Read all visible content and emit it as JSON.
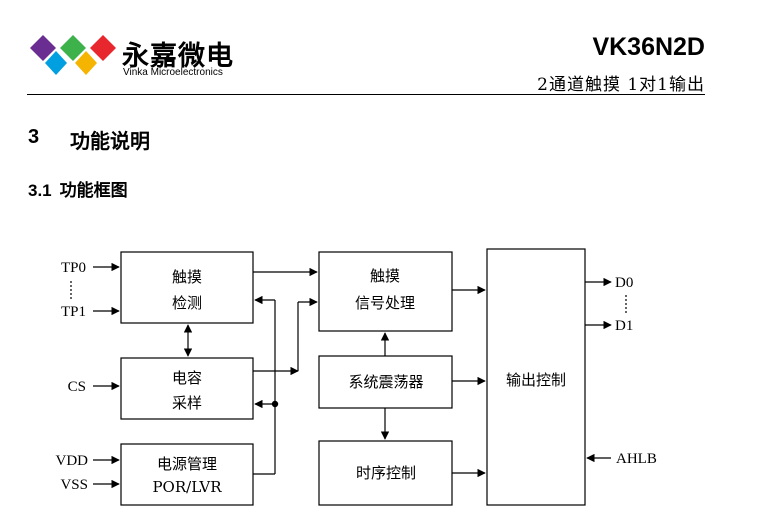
{
  "header": {
    "company_cn": "永嘉微电",
    "company_en": "Vinka Microelectronics",
    "model": "VK36N2D",
    "subtitle": "2通道触摸 1对1输出",
    "logo_colors": [
      "#6a2d91",
      "#00a0e0",
      "#3db14a",
      "#f5b400",
      "#e8262d"
    ]
  },
  "section": {
    "number": "3",
    "title": "功能说明",
    "sub_number": "3.1",
    "sub_title": "功能框图"
  },
  "diagram": {
    "blocks": {
      "touch_detect": [
        "触摸",
        "检测"
      ],
      "cap_sample": [
        "电容",
        "采样"
      ],
      "power": [
        "电源管理",
        "POR/LVR"
      ],
      "signal_proc": [
        "触摸",
        "信号处理"
      ],
      "oscillator": "系统震荡器",
      "timing": "时序控制",
      "output_ctrl": "输出控制"
    },
    "pins": {
      "tp0": "TP0",
      "tp1": "TP1",
      "cs": "CS",
      "vdd": "VDD",
      "vss": "VSS",
      "d0": "D0",
      "d1": "D1",
      "ahlb": "AHLB"
    }
  }
}
